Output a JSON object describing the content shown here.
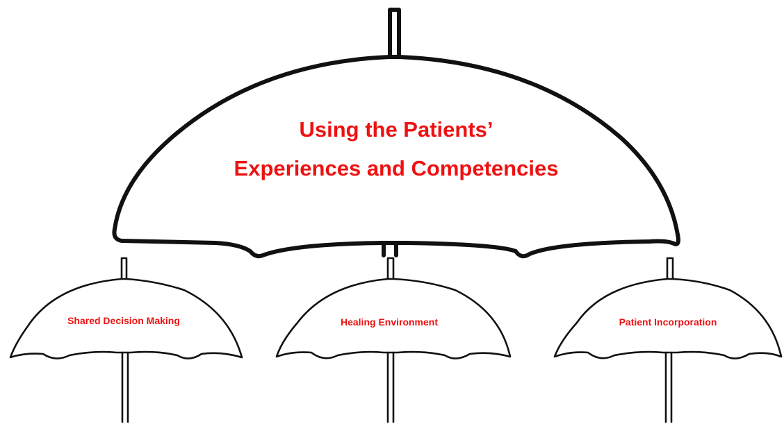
{
  "main_umbrella": {
    "title_line1": "Using the Patients’",
    "title_line2": "Experiences and Competencies"
  },
  "sub_umbrellas": [
    {
      "label": "Shared Decision Making"
    },
    {
      "label": "Healing Environment"
    },
    {
      "label": "Patient Incorporation"
    }
  ],
  "colors": {
    "label": "#ee1111",
    "outline": "#111111",
    "background": "#ffffff"
  }
}
